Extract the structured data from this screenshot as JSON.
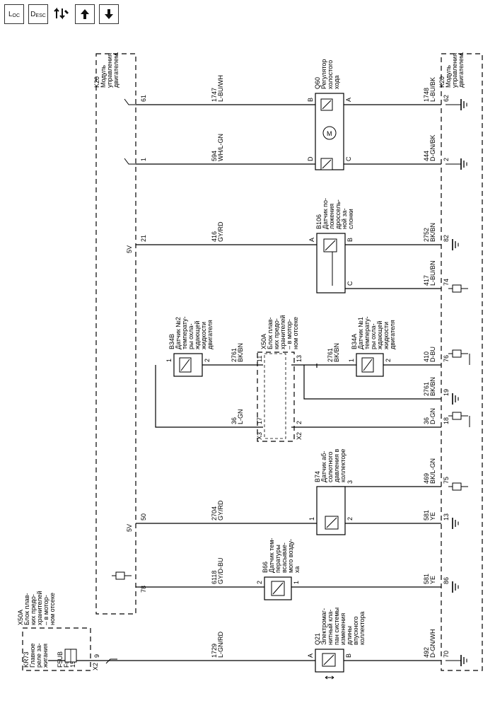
{
  "toolbar": {
    "btn_loc_main": "L",
    "btn_loc_sub": "OC",
    "btn_desc_main": "D",
    "btn_desc_e": "E",
    "btn_desc_s": "S",
    "btn_desc_c": "C",
    "icon_tools": "tools-arrows-icon",
    "icon_up": "arrow-up-icon",
    "icon_down": "arrow-down-icon"
  },
  "modules": {
    "k20_left": [
      "K20",
      "Модуль",
      "управления",
      "двигателем."
    ],
    "k20_right": [
      "K20",
      "Модуль",
      "управления",
      "двигателем."
    ],
    "x50a_top": [
      "X50A",
      "Блок плав-",
      "ких предо-",
      "хранителей",
      "– в мотор-",
      "ном отсеке"
    ],
    "x50a_mid": [
      "X50A",
      "Блок плав-",
      "ких предо-",
      "хранителей",
      "– в мотор-",
      "ном отсеке"
    ],
    "kr73": [
      "KR73",
      "Главное",
      "реле за-",
      "жигания"
    ],
    "f5ub": [
      "F5UB",
      "Fuse",
      "15 A"
    ]
  },
  "components": {
    "q60": [
      "Q60",
      "Регулятор",
      "холостого",
      "хода"
    ],
    "b106": [
      "B106",
      "Датчик по-",
      "ложения",
      "дроссель-",
      "ной за-",
      "слонки"
    ],
    "b34b": [
      "B34B",
      "Датчик №2",
      "температу-",
      "ры охла-",
      "ждающей",
      "жидкости",
      "двигателя"
    ],
    "b34a": [
      "B34A",
      "Датчик №1",
      "температу-",
      "ры охла-",
      "ждающей",
      "жидкости",
      "двигателя"
    ],
    "b74": [
      "B74",
      "Датчик аб-",
      "солютного",
      "давления в",
      "коллекторе"
    ],
    "b66": [
      "B66",
      "Датчик тем-",
      "пературы",
      "всасывае-",
      "мого возду-",
      "ха"
    ],
    "q21": [
      "Q21",
      "Электромаг-",
      "нитный кла-",
      "пан системы",
      "изменения",
      "длины",
      "впускного",
      "коллектора"
    ]
  },
  "wires": {
    "w61": {
      "pin": "61",
      "circuit": "1747",
      "color": "L-BU/WH"
    },
    "w62": {
      "pin": "62",
      "circuit": "1748",
      "color": "L-BU/BK"
    },
    "w1": {
      "pin": "1",
      "circuit": "594",
      "color": "WH/L-GN"
    },
    "w2": {
      "pin": "2",
      "circuit": "444",
      "color": "D-GN/BK"
    },
    "w21": {
      "pin": "21",
      "circuit": "416",
      "color": "GY/RD",
      "voltage": "5V"
    },
    "w82": {
      "pin": "82",
      "circuit": "2752",
      "color": "BK/BN"
    },
    "w74": {
      "pin": "74",
      "circuit": "417",
      "color": "L-BU/BN"
    },
    "w_b34b": {
      "circuit": "2761",
      "color": "BK/BN"
    },
    "w_b34a": {
      "circuit": "2761",
      "color": "BK/BN"
    },
    "w76": {
      "pin": "76",
      "circuit": "410",
      "color": "D-BU"
    },
    "w19": {
      "pin": "19",
      "circuit": "2761",
      "color": "BK/BN"
    },
    "w17": {
      "circuit": "36",
      "color": "L-GN"
    },
    "w18": {
      "pin": "18",
      "circuit": "36",
      "color": "D-GN"
    },
    "w75": {
      "pin": "75",
      "circuit": "469",
      "color": "BK/L-GN"
    },
    "w50": {
      "pin": "50",
      "circuit": "2704",
      "color": "GY/RD",
      "voltage": "5V"
    },
    "w13": {
      "pin": "13",
      "circuit": "581",
      "color": "YE"
    },
    "w78": {
      "pin": "78",
      "circuit": "6118",
      "color": "GY/D-BU"
    },
    "w86": {
      "pin": "86",
      "circuit": "581",
      "color": "YE"
    },
    "w9": {
      "pin": "9",
      "circuit": "1729",
      "color": "L-GN/RD"
    },
    "w70": {
      "pin": "70",
      "circuit": "492",
      "color": "D-GN/WH"
    }
  },
  "pins": {
    "q60_a": "A",
    "q60_b": "B",
    "q60_c": "C",
    "q60_d": "D",
    "b106_a": "A",
    "b106_b": "B",
    "b106_c": "C",
    "b34b_1": "1",
    "b34b_2": "2",
    "b34a_1": "1",
    "b34a_2": "2",
    "x50a_11": "11",
    "x50a_13": "13",
    "x50a_17": "17",
    "x50a_2": "2",
    "x3": "X3",
    "x2": "X2",
    "x2_kr73": "X2",
    "b74_1": "1",
    "b74_2": "2",
    "b74_3": "3",
    "b66_1": "1",
    "b66_2": "2",
    "q21_a": "A",
    "q21_b": "B"
  }
}
